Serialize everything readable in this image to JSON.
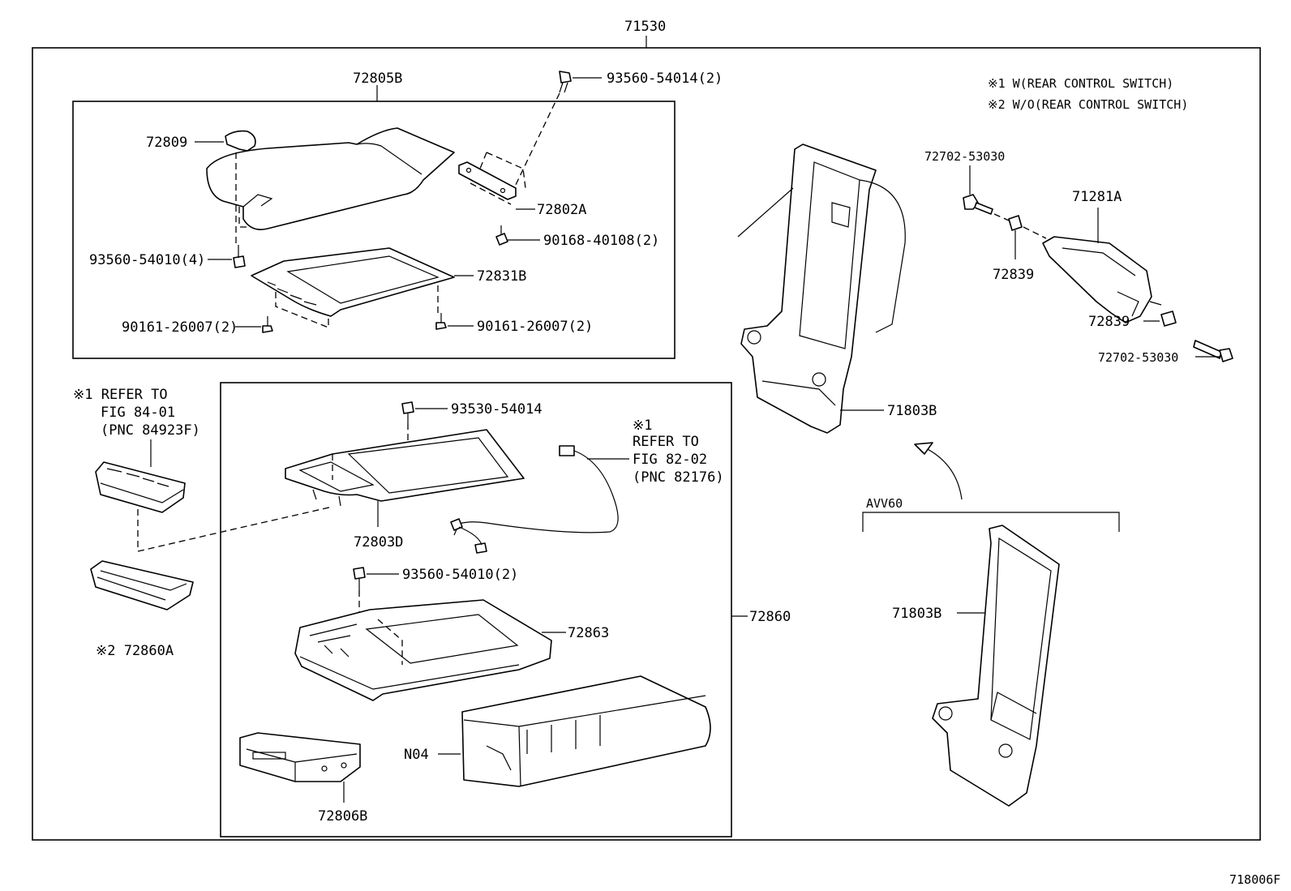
{
  "assembly_number": "71530",
  "figure_code": "718006F",
  "notes": {
    "note1": "※1 W(REAR CONTROL SWITCH)",
    "note2": "※2 W/O(REAR CONTROL SWITCH)"
  },
  "refer_left": {
    "line1": "※1 REFER TO",
    "line2": "FIG 84-01",
    "line3": "(PNC 84923F)"
  },
  "refer_center": {
    "mark": "※1",
    "line1": "REFER TO",
    "line2": "FIG 82-02",
    "line3": "(PNC 82176)"
  },
  "variant_label": "AVV60",
  "parts": {
    "p72805B": "72805B",
    "p72809": "72809",
    "p93560_54014": "93560-54014(2)",
    "p72802A": "72802A",
    "p90168": "90168-40108(2)",
    "p93560_54010_4": "93560-54010(4)",
    "p72831B": "72831B",
    "p90161_left": "90161-26007(2)",
    "p90161_right": "90161-26007(2)",
    "p72702_top": "72702-53030",
    "p71281A": "71281A",
    "p72839_top": "72839",
    "p72839_right": "72839",
    "p72702_bottom": "72702-53030",
    "p71803B_top": "71803B",
    "p71803B_bottom": "71803B",
    "p93530_54014": "93530-54014",
    "p72803D": "72803D",
    "p93560_54010_2": "93560-54010(2)",
    "p72860": "72860",
    "p72863": "72863",
    "pN04": "N04",
    "p72806B": "72806B",
    "p72860A": "※2 72860A"
  }
}
